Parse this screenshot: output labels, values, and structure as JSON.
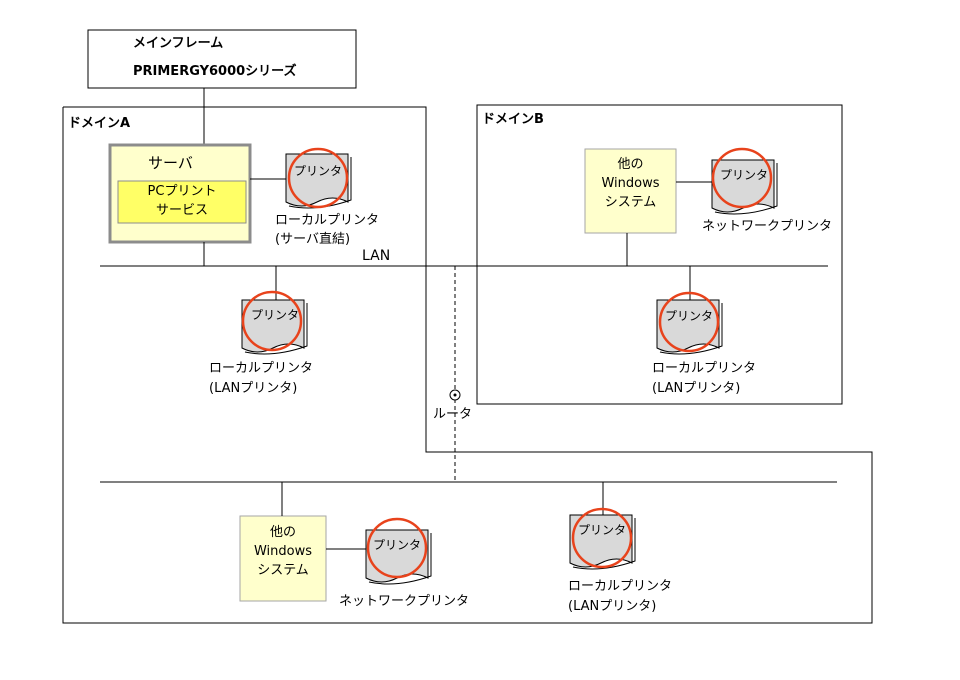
{
  "mainframe": {
    "line1": "メインフレーム",
    "line2": "PRIMERGY6000シリーズ"
  },
  "domain_a": {
    "title": "ドメインA"
  },
  "domain_b": {
    "title": "ドメインB"
  },
  "server": {
    "title": "サーバ",
    "service_line1": "PCプリント",
    "service_line2": "サービス"
  },
  "lan_label": "LAN",
  "router_label": "ルータ",
  "printer_text": "プリンタ",
  "printers": {
    "server_local": {
      "line1": "ローカルプリンタ",
      "line2": "(サーバ直結)"
    },
    "a_lan": {
      "line1": "ローカルプリンタ",
      "line2": "(LANプリンタ)"
    },
    "b_network": {
      "line1": "ネットワークプリンタ"
    },
    "b_lan": {
      "line1": "ローカルプリンタ",
      "line2": "(LANプリンタ)"
    },
    "a2_network": {
      "line1": "ネットワークプリンタ"
    },
    "a2_lan": {
      "line1": "ローカルプリンタ",
      "line2": "(LANプリンタ)"
    }
  },
  "other_system": {
    "line1": "他の",
    "line2": "Windows",
    "line3": "システム"
  },
  "colors": {
    "circle": "#e8431c",
    "printer_fill": "#d9d9d9",
    "system_fill": "#ffffcc",
    "service_fill": "#ffff66",
    "server_fill": "#ffffcc"
  }
}
